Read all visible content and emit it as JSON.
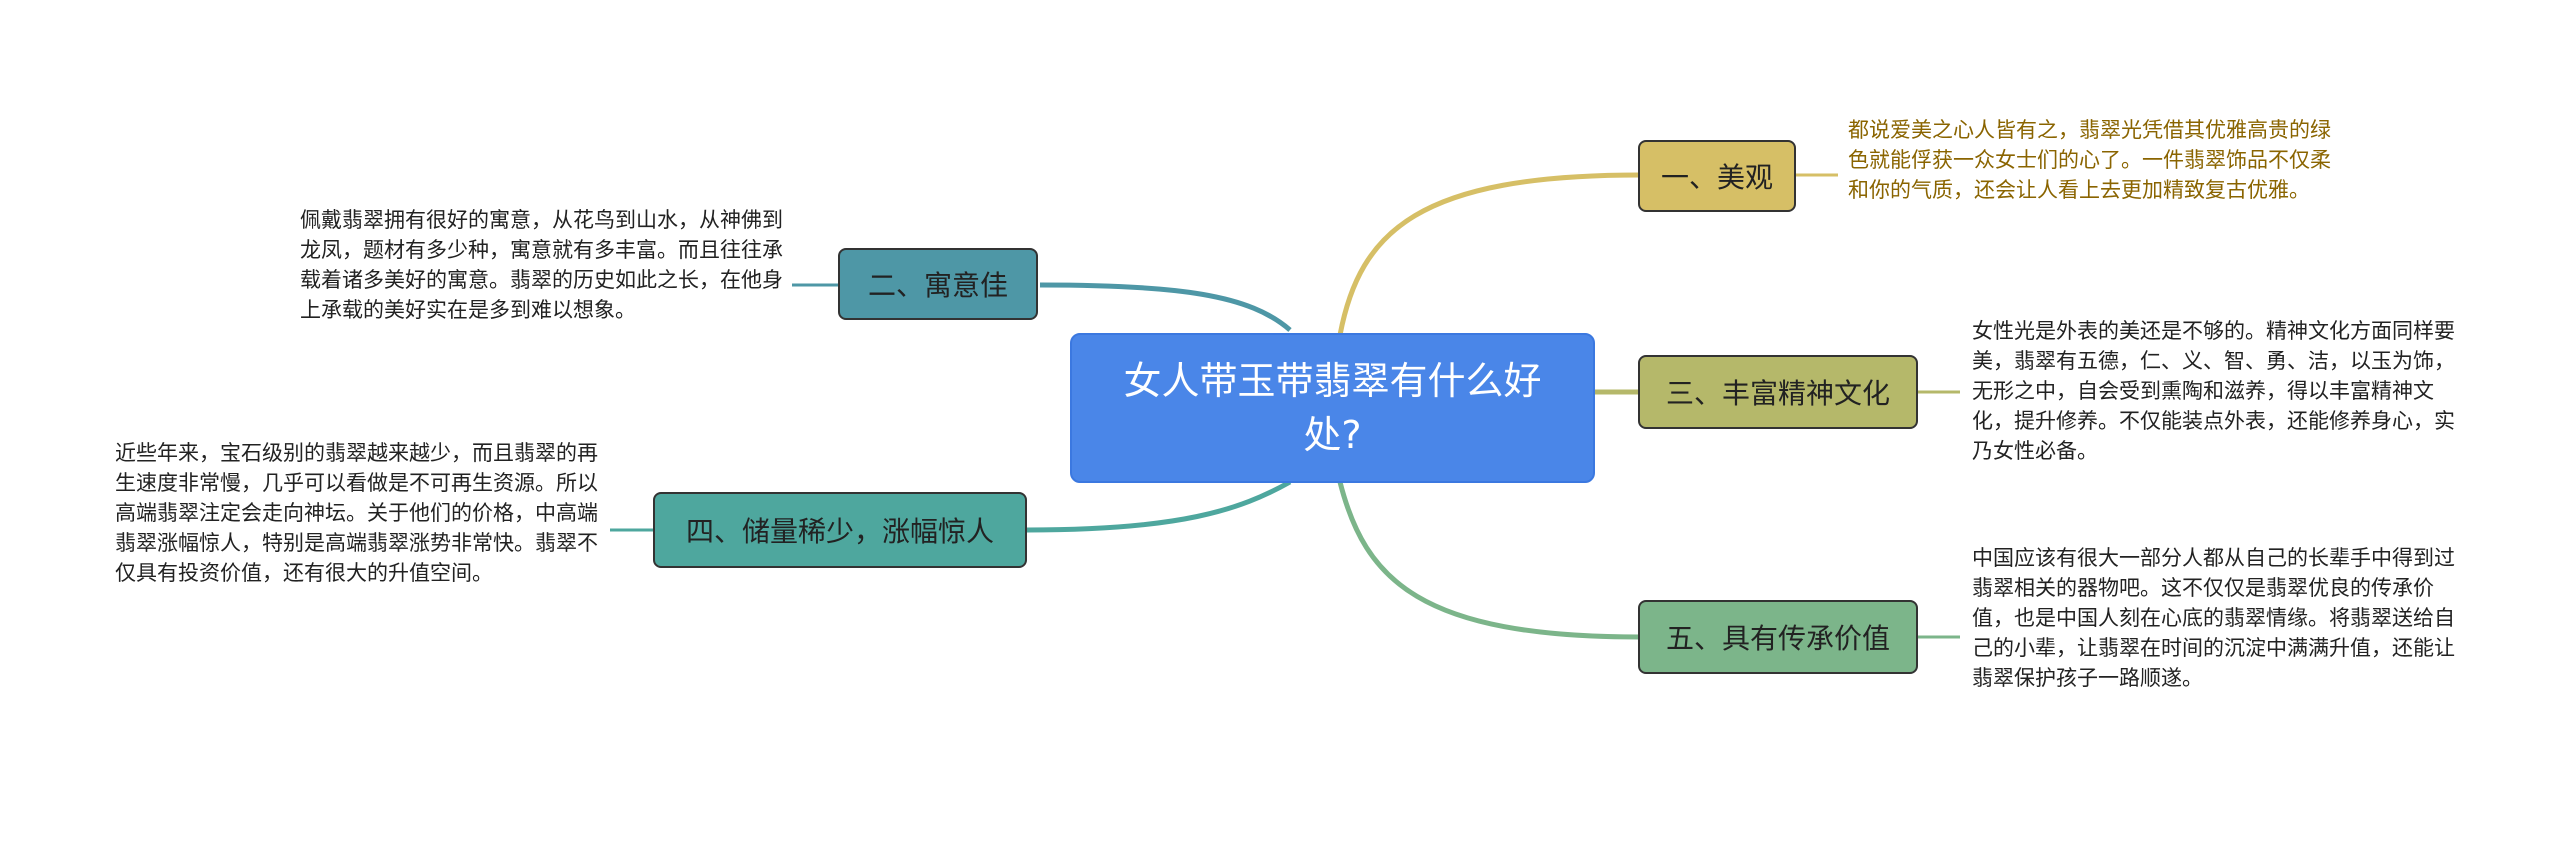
{
  "central": {
    "title": "女人带玉带翡翠有什么好处?"
  },
  "branches": [
    {
      "label": "一、美观",
      "color": "#d6bf66",
      "note": "都说爱美之心人皆有之，翡翠光凭借其优雅高贵的绿色就能俘获一众女士们的心了。一件翡翠饰品不仅柔和你的气质，还会让人看上去更加精致复古优雅。"
    },
    {
      "label": "二、寓意佳",
      "color": "#4e97a6",
      "note": "佩戴翡翠拥有很好的寓意，从花鸟到山水，从神佛到龙凤，题材有多少种，寓意就有多丰富。而且往往承载着诸多美好的寓意。翡翠的历史如此之长，在他身上承载的美好实在是多到难以想象。"
    },
    {
      "label": "三、丰富精神文化",
      "color": "#b5b86a",
      "note": "女性光是外表的美还是不够的。精神文化方面同样要美，翡翠有五德，仁、义、智、勇、洁，以玉为饰，无形之中，自会受到熏陶和滋养，得以丰富精神文化，提升修养。不仅能装点外表，还能修养身心，实乃女性必备。"
    },
    {
      "label": "四、储量稀少，涨幅惊人",
      "color": "#4ea79e",
      "note": "近些年来，宝石级别的翡翠越来越少，而且翡翠的再生速度非常慢，几乎可以看做是不可再生资源。所以高端翡翠注定会走向神坛。关于他们的价格，中高端翡翠涨幅惊人，特别是高端翡翠涨势非常快。翡翠不仅具有投资价值，还有很大的升值空间。"
    },
    {
      "label": "五、具有传承价值",
      "color": "#7cb58a",
      "note": "中国应该有很大一部分人都从自己的长辈手中得到过翡翠相关的器物吧。这不仅仅是翡翠优良的传承价值，也是中国人刻在心底的翡翠情缘。将翡翠送给自己的小辈，让翡翠在时间的沉淀中满满升值，还能让翡翠保护孩子一路顺遂。"
    }
  ]
}
